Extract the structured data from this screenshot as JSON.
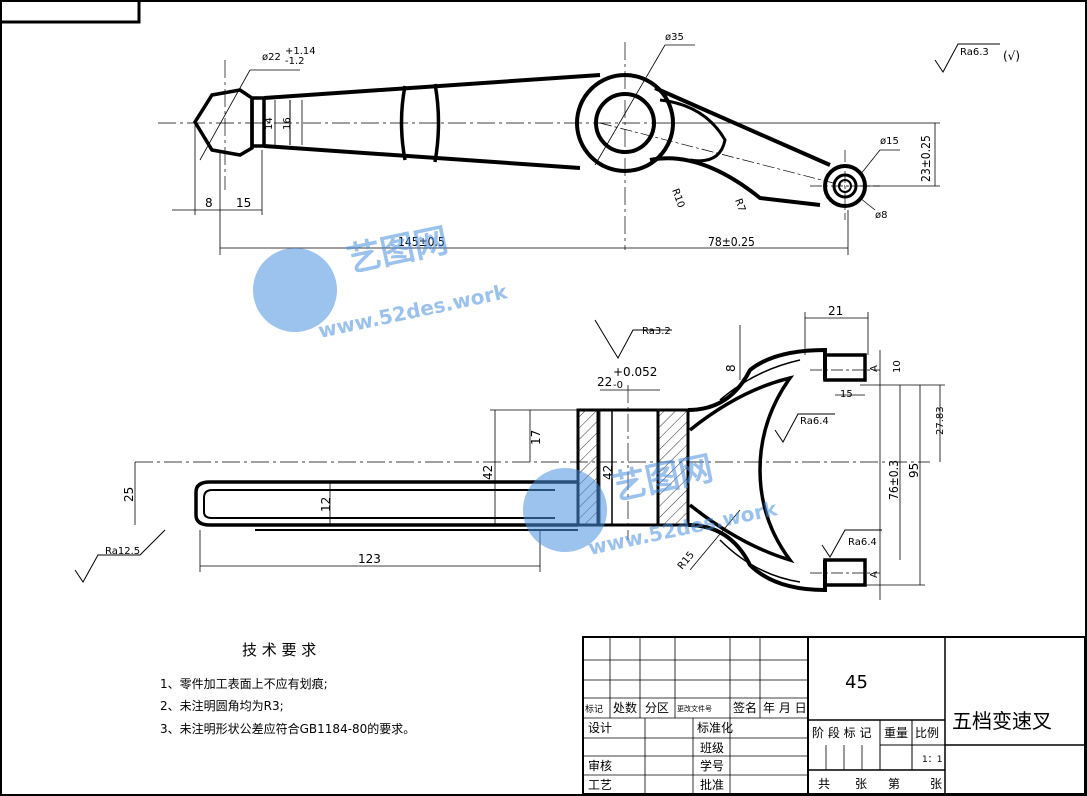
{
  "drawing": {
    "part_name": "五档变速叉",
    "material": "45",
    "scale": "1：1"
  },
  "top_view": {
    "dims": {
      "phi22": "ø22",
      "phi22_tol_upper": "+1.14",
      "phi22_tol_lower": "-1.2",
      "phi35": "ø35",
      "phi15": "ø15",
      "phi8": "ø8",
      "r10": "R10",
      "r7": "R7",
      "d8": "8",
      "d15": "15",
      "d14": "14",
      "d16": "16",
      "len145": "145±0.5",
      "len78": "78±0.25",
      "v23": "23±0.25"
    },
    "roughness": "Ra6.3",
    "roughness_rest": "(√)"
  },
  "front_view": {
    "dims": {
      "d21": "21",
      "d8": "8",
      "d10": "10",
      "d15": "15",
      "d27_83": "27.83",
      "d95": "95",
      "d76": "76±0.3",
      "d17": "17",
      "d42a": "42",
      "d42b": "42",
      "d25": "25",
      "d12": "12",
      "d123": "123",
      "r15": "R15",
      "bore": "22",
      "bore_tol_upper": "+0.052",
      "bore_tol_lower": "-0",
      "datum_a1": "A",
      "datum_a2": "A"
    },
    "roughness": {
      "ra32": "Ra3.2",
      "ra64_top": "Ra6.4",
      "ra64_bottom": "Ra6.4",
      "ra125": "Ra12.5"
    }
  },
  "watermark": {
    "brand": "艺图网",
    "url": "www.52des.work"
  },
  "tech_req": {
    "title": "技 术 要 求",
    "items": [
      "1、零件加工表面上不应有划痕;",
      "2、未注明圆角均为R3;",
      "3、未注明形状公差应符合GB1184-80的要求。"
    ]
  },
  "title_block": {
    "rev_headers": [
      "标记",
      "处数",
      "分区",
      "更改文件号",
      "签名",
      "年 月 日"
    ],
    "design": "设计",
    "standardize": "标准化",
    "class": "班级",
    "review": "审核",
    "student_id": "学号",
    "process": "工艺",
    "approve": "批准",
    "stage_mark": "阶 段 标 记",
    "weight": "重量",
    "scale_label": "比例",
    "total": "共",
    "sheet": "张",
    "page": "第",
    "sheet2": "张"
  }
}
